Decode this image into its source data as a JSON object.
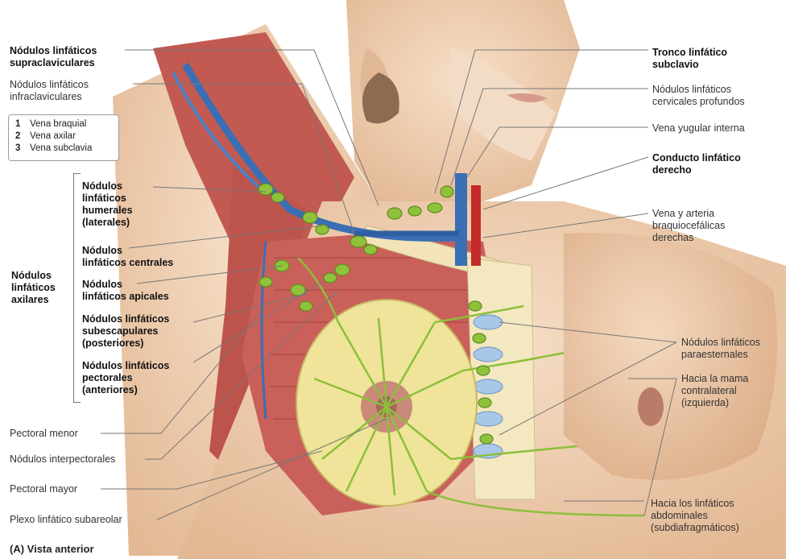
{
  "labels": {
    "supraclav": "Nódulos linfáticos\nsupraclaviculares",
    "infraclav": "Nódulos linfáticos\ninfraclaviculares",
    "humerales": "Nódulos\nlinfáticos\nhumerales\n(laterales)",
    "centrales": "Nódulos\nlinfáticos centrales",
    "apicales": "Nódulos\nlinfáticos apicales",
    "subescapulares": "Nódulos linfáticos\nsubescapulares\n(posteriores)",
    "pectorales": "Nódulos linfáticos\npectorales\n(anteriores)",
    "axilares": "Nódulos\nlinfáticos\naxilares",
    "pectoral_menor": "Pectoral menor",
    "interpectorales": "Nódulos interpectorales",
    "pectoral_mayor": "Pectoral mayor",
    "plexo": "Plexo linfático subareolar",
    "tronco": "Tronco linfático\nsubclavio",
    "cervicales": "Nódulos linfáticos\ncervicales profundos",
    "yugular": "Vena yugular interna",
    "conducto": "Conducto linfático\nderecho",
    "braquiocefalicas": "Vena y arteria\nbraquiocefálicas\nderechas",
    "paraesternales": "Nódulos linfáticos\nparaesternales",
    "contralateral": "Hacia la mama\ncontralateral\n(izquierda)",
    "abdominales": "Hacia los linfáticos\nabdominales\n(subdiafragmáticos)"
  },
  "legend": [
    {
      "num": "1",
      "text": "Vena braquial"
    },
    {
      "num": "2",
      "text": "Vena axilar"
    },
    {
      "num": "3",
      "text": "Vena subclavia"
    }
  ],
  "caption": "(A) Vista anterior",
  "colors": {
    "skin": "#f1d3b7",
    "muscle": "#c9605a",
    "vein": "#3a6fb5",
    "artery": "#c42b2b",
    "node": "#8fc23a",
    "gland": "#efe49a"
  }
}
